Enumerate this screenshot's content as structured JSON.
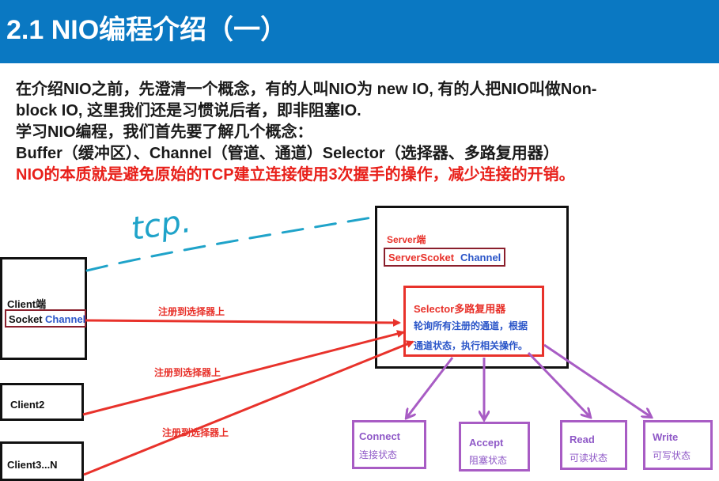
{
  "header": {
    "title": "2.1 NIO编程介绍（一）"
  },
  "intro": {
    "line1": "在介绍NIO之前，先澄清一个概念，有的人叫NIO为 new IO, 有的人把NIO叫做Non-",
    "line2": "block IO, 这里我们还是习惯说后者，即非阻塞IO.",
    "line3": "学习NIO编程，我们首先要了解几个概念：",
    "line4": "Buffer（缓冲区）、Channel（管道、通道）Selector（选择器、多路复用器）",
    "line5": "NIO的本质就是避免原始的TCP建立连接使用3次握手的操作，减少连接的开销。"
  },
  "diagram": {
    "handwritten": "tcp.",
    "server": {
      "label": "Server端",
      "channel": "ServerScoket Channel",
      "channel_part1": "ServerScoket",
      "channel_part2": "Channel"
    },
    "selector": {
      "title": "Selector多路复用器",
      "desc1": "轮询所有注册的通道，根据",
      "desc2": "通道状态，执行相关操作。"
    },
    "client1": {
      "label": "Client端",
      "channel_part1": "Socket",
      "channel_part2": "Channel"
    },
    "client2": {
      "label": "Client2"
    },
    "client3": {
      "label": "Client3...N"
    },
    "edges": {
      "reg1": "注册到选择器上",
      "reg2": "注册到选择器上",
      "reg3": "注册到选择器上"
    },
    "states": [
      {
        "name": "Connect",
        "desc": "连接状态"
      },
      {
        "name": "Accept",
        "desc": "阻塞状态"
      },
      {
        "name": "Read",
        "desc": "可读状态"
      },
      {
        "name": "Write",
        "desc": "可写状态"
      }
    ],
    "colors": {
      "header": "#0a78c2",
      "red": "#e8322b",
      "purple": "#a85cc4",
      "blue": "#2a55c8",
      "teal": "#1fa3c9"
    }
  }
}
